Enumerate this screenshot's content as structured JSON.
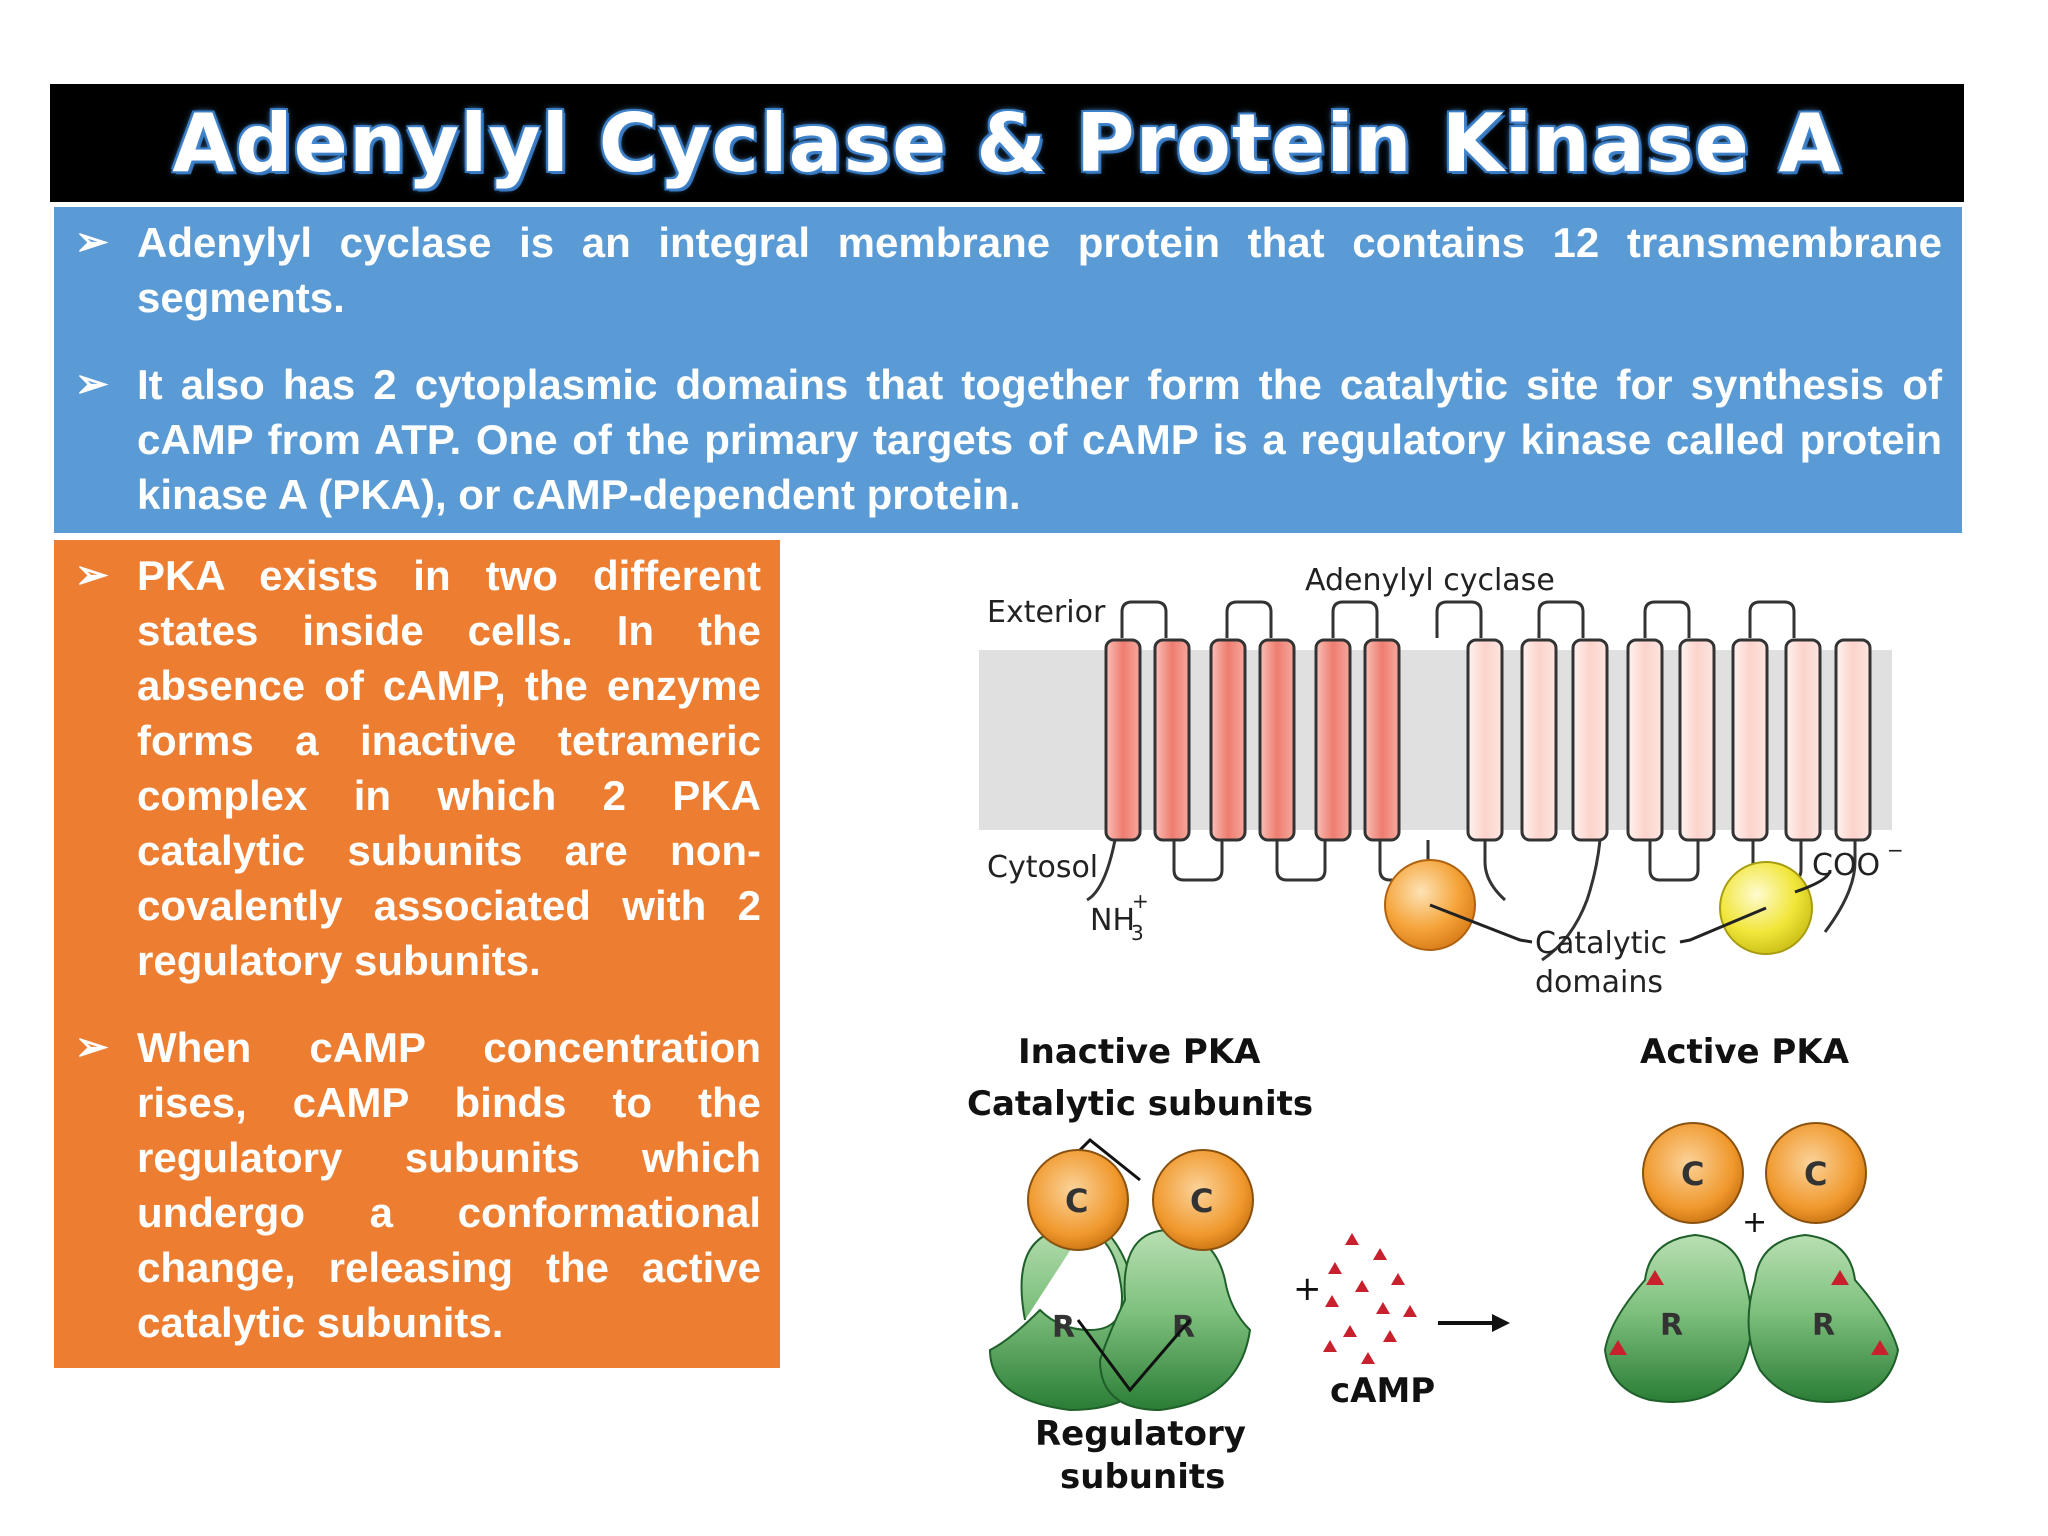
{
  "title": "Adenylyl Cyclase & Protein Kinase A",
  "bullet_marker": "➢",
  "blue_bullets": [
    "Adenylyl cyclase is an integral membrane protein that contains 12 transmembrane segments.",
    "It also has 2 cytoplasmic domains that together form the catalytic site for synthesis of cAMP from ATP. One of the primary targets of cAMP is a regulatory kinase called protein kinase A (PKA), or cAMP-dependent protein."
  ],
  "orange_bullets": [
    "PKA exists in two different states inside cells. In the absence of cAMP, the enzyme forms a inactive tetrameric complex in which 2 PKA catalytic subunits are non-covalently associated with 2 regulatory subunits.",
    "When cAMP concentration rises, cAMP binds to the regulatory subunits which undergo a conformational change, releasing the active catalytic subunits."
  ],
  "figure": {
    "adenylyl_cyclase": "Adenylyl cyclase",
    "exterior": "Exterior",
    "cytosol": "Cytosol",
    "nh3": "NH",
    "nh3_sub": "3",
    "nh3_sup": "+",
    "coo": "COO",
    "coo_sup": "−",
    "catalytic_line1": "Catalytic",
    "catalytic_line2": "domains",
    "inactive_pka": "Inactive PKA",
    "catalytic_subunits": "Catalytic subunits",
    "active_pka": "Active PKA",
    "c_label": "C",
    "r_label": "R",
    "plus": "+",
    "camp": "cAMP",
    "regulatory_line1": "Regulatory",
    "regulatory_line2": "subunits"
  },
  "colors": {
    "title_bg": "#000000",
    "blue_panel": "#5b9bd5",
    "orange_panel": "#ed7d31",
    "membrane": "#e0e0e0",
    "helix_dark": "#f08a80",
    "helix_light": "#fbd9d3",
    "catalytic_orange": "#f5a43a",
    "catalytic_yellow": "#f1e63a",
    "regulatory_green": "#3f9a4a",
    "camp_red": "#c8202c"
  }
}
